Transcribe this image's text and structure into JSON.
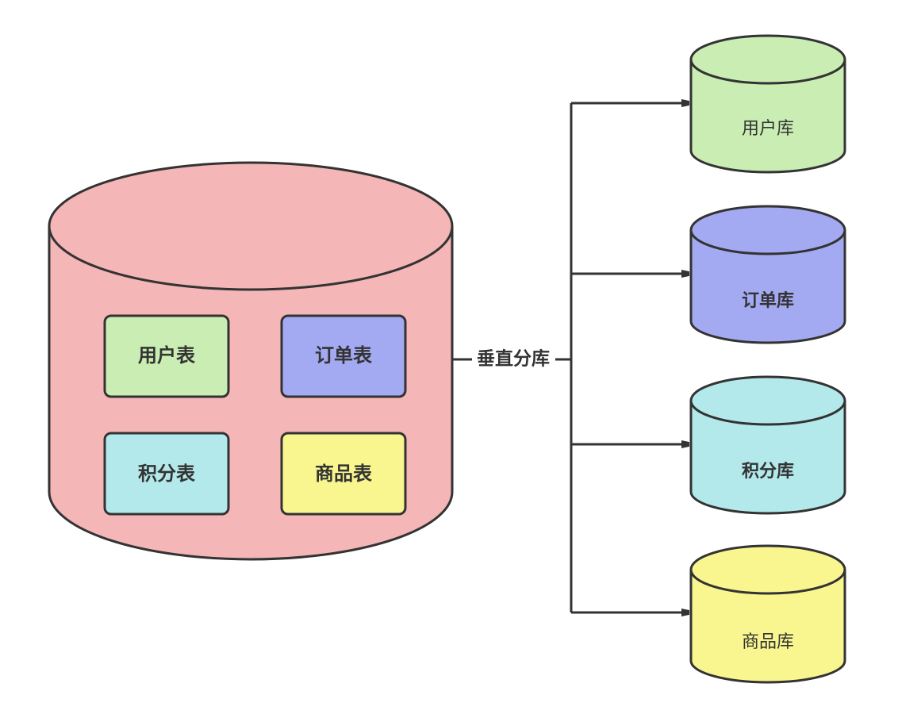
{
  "diagram": {
    "source_db": {
      "fill": "#f4b6b6",
      "tables": [
        {
          "label": "用户表",
          "fill": "#c9edb3"
        },
        {
          "label": "订单表",
          "fill": "#a3aaf2"
        },
        {
          "label": "积分表",
          "fill": "#b3e9eb"
        },
        {
          "label": "商品表",
          "fill": "#f9f690"
        }
      ]
    },
    "split_label": "垂直分库",
    "target_dbs": [
      {
        "label": "用户库",
        "fill": "#c9edb3",
        "bold": false
      },
      {
        "label": "订单库",
        "fill": "#a3aaf2",
        "bold": true
      },
      {
        "label": "积分库",
        "fill": "#b3e9eb",
        "bold": true
      },
      {
        "label": "商品库",
        "fill": "#f9f690",
        "bold": false
      }
    ],
    "stroke_color": "#333333"
  }
}
